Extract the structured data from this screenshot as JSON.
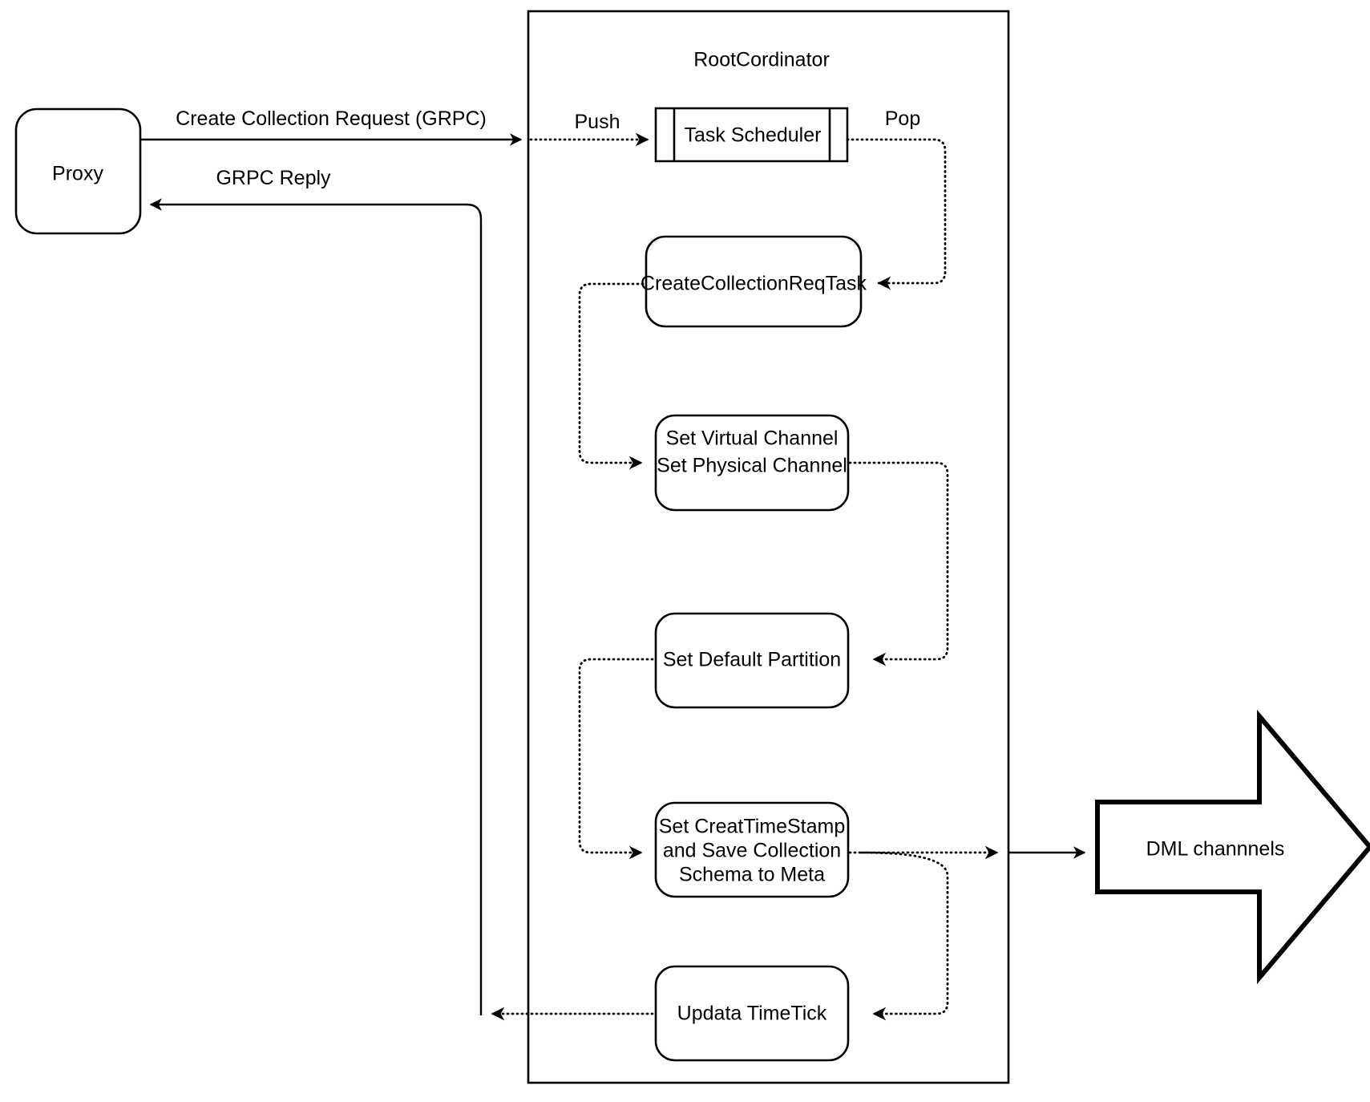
{
  "diagram": {
    "title": "RootCordinator",
    "nodes": {
      "proxy": {
        "label": "Proxy"
      },
      "root_coordinator": {
        "label": "RootCordinator"
      },
      "task_scheduler": {
        "label": "Task Scheduler"
      },
      "create_collection_req_task": {
        "label": "CreateCollectionReqTask"
      },
      "set_channels": {
        "lines": [
          "Set Virtual Channel",
          "Set Physical Channel"
        ]
      },
      "set_default_partition": {
        "label": "Set Default Partition"
      },
      "set_create_timestamp": {
        "lines": [
          "Set CreatTimeStamp",
          "and Save Collection",
          "Schema to Meta"
        ]
      },
      "update_timetick": {
        "label": "Updata TimeTick"
      },
      "dml_channels": {
        "label": "DML channnels"
      }
    },
    "edges": {
      "create_collection_request": {
        "label": "Create Collection Request (GRPC)"
      },
      "grpc_reply": {
        "label": "GRPC Reply"
      },
      "push": {
        "label": "Push"
      },
      "pop": {
        "label": "Pop"
      }
    },
    "colors": {
      "stroke": "#000000",
      "fill": "#ffffff",
      "background": "#ffffff"
    }
  }
}
